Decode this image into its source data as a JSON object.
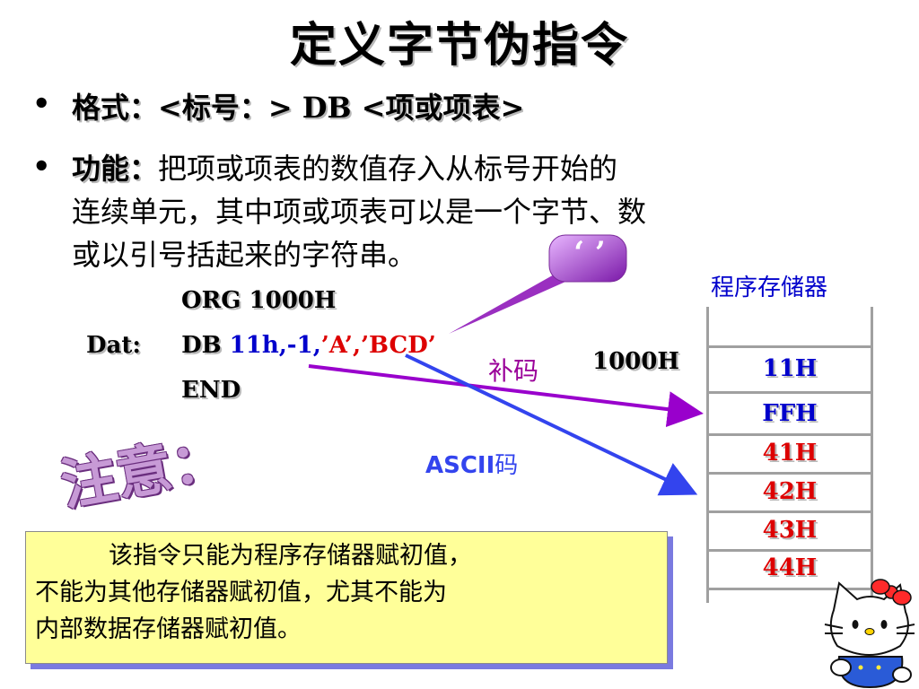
{
  "title": "定义字节伪指令",
  "bullets": {
    "symbol": "•",
    "format_label": "格式：",
    "format_body": "<标号：>  DB  <项或项表>",
    "function_label": "功能：",
    "function_line1": "把项或项表的数值存入从标号开始的",
    "function_line2": "连续单元，其中项或项表可以是一个字节、数",
    "function_line3": "或以引号括起来的字符串。"
  },
  "callout": {
    "quotes": "‘ ’"
  },
  "code": {
    "org": "ORG 1000H",
    "label": "Dat:",
    "db_keyword": "DB",
    "db_values_blue": "11h,-1,",
    "db_values_red": "’A’,’BCD’",
    "end": "END"
  },
  "annotations": {
    "complement": "补码",
    "address": "1000H",
    "ascii_part1": "ASCII",
    "ascii_part2": "码"
  },
  "memory": {
    "title": "程序存储器",
    "cells": [
      {
        "value": "11H",
        "color": "#0000cc"
      },
      {
        "value": "FFH",
        "color": "#0000cc"
      },
      {
        "value": "41H",
        "color": "#dd0000"
      },
      {
        "value": "42H",
        "color": "#dd0000"
      },
      {
        "value": "43H",
        "color": "#dd0000"
      },
      {
        "value": "44H",
        "color": "#dd0000"
      }
    ]
  },
  "attention": "注意：",
  "note": {
    "line1": "该指令只能为程序存储器赋初值，",
    "line2": "不能为其他存储器赋初值，尤其不能为",
    "line3": "内部数据存储器赋初值。"
  },
  "colors": {
    "arrow_purple": "#9900cc",
    "arrow_blue": "#3344ee",
    "note_bg": "#ffff99",
    "callout_fill": "#9a2fc0"
  },
  "icons": {
    "mascot": "hello-kitty-icon",
    "callout": "speech-bubble-icon"
  }
}
